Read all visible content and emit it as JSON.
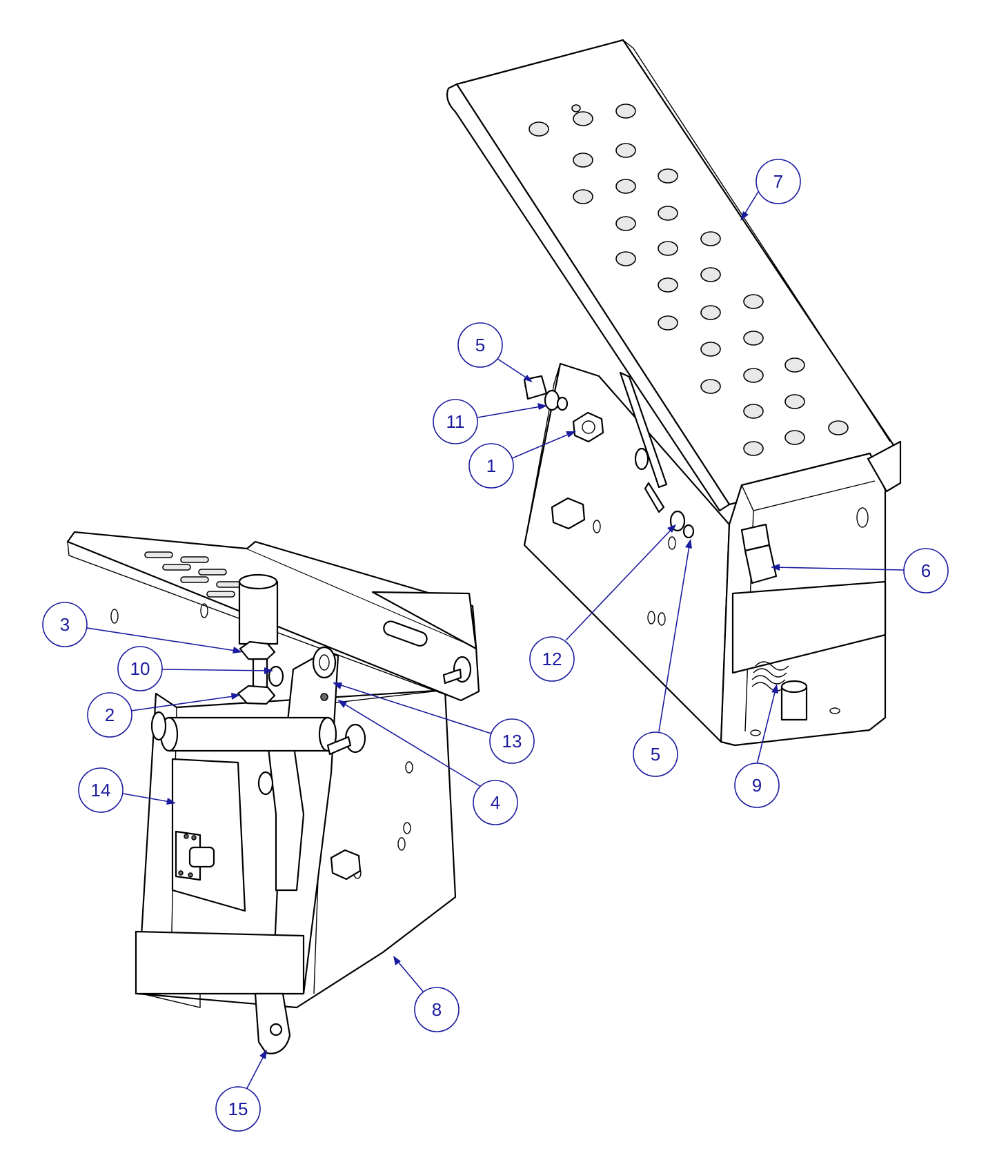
{
  "colors": {
    "balloon": "#1a1a9e",
    "line": "#000000",
    "background": "#ffffff"
  },
  "callouts": [
    {
      "id": "c7",
      "label": "7"
    },
    {
      "id": "c5a",
      "label": "5"
    },
    {
      "id": "c11",
      "label": "11"
    },
    {
      "id": "c1",
      "label": "1"
    },
    {
      "id": "c6",
      "label": "6"
    },
    {
      "id": "c12",
      "label": "12"
    },
    {
      "id": "c5b",
      "label": "5"
    },
    {
      "id": "c9",
      "label": "9"
    },
    {
      "id": "c3",
      "label": "3"
    },
    {
      "id": "c10",
      "label": "10"
    },
    {
      "id": "c2",
      "label": "2"
    },
    {
      "id": "c13",
      "label": "13"
    },
    {
      "id": "c14",
      "label": "14"
    },
    {
      "id": "c4",
      "label": "4"
    },
    {
      "id": "c8",
      "label": "8"
    },
    {
      "id": "c15",
      "label": "15"
    }
  ]
}
